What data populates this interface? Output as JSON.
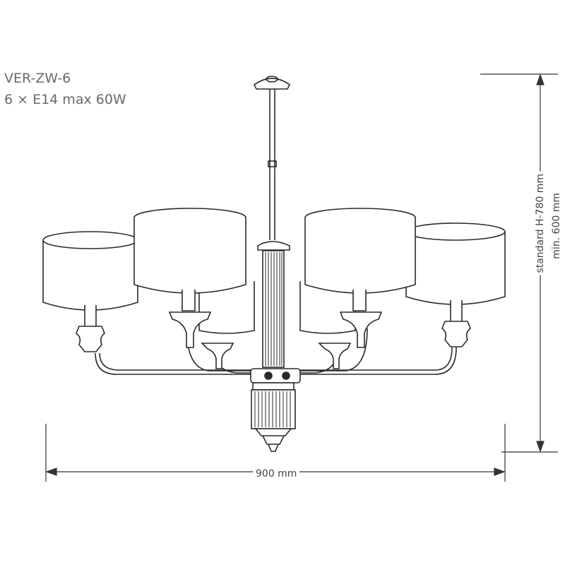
{
  "product": {
    "model": "VER-ZW-6",
    "spec": "6 × E14 max 60W"
  },
  "dimensions": {
    "width": "900 mm",
    "height_standard": "standard H-780 mm",
    "height_min": "min. 600 mm"
  },
  "colors": {
    "line": "#2a2a2a",
    "text": "#6a6a6a"
  }
}
